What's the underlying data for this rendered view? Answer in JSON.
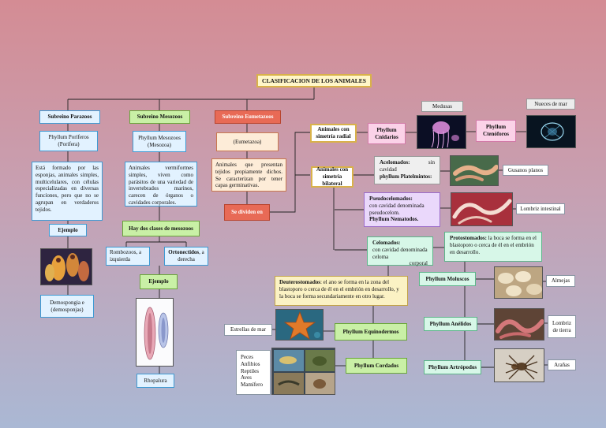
{
  "title": "CLASIFICACION DE LOS ANIMALES",
  "subreinos": {
    "parazoos": "Subreino Parazoos",
    "mesozoos": "Subreino Mesozoos",
    "eumetazoos": "Subreino Eumetazoos"
  },
  "parazoos": {
    "phyllum": "Phyllum Poríferos (Porifera)",
    "desc": "Está formado por las esponjas, animales simples, multicelulares, con células especializadas en diversas funciones, pero que no se agrupan en verdaderos tejidos.",
    "ejemplo": "Ejemplo",
    "example": "Demospongia e (demosponjas)"
  },
  "mesozoos": {
    "phyllum": "Phyllum Mesozoos (Mesozoa)",
    "desc": "Animales vermiformes simples, viven como parásitos de una variedad de invertebrados marinos, carecen de órganos o cavidades corporales.",
    "clases": "Hay dos clases de mesozoos",
    "rombozoos": "Rombozoos, a izquierda",
    "ortonectidos_bold": "Ortonectidos",
    "ortonectidos_rest": ", a derecha",
    "ejemplo": "Ejemplo",
    "example": "Rhopalura"
  },
  "eumetazoos": {
    "phyllum": "(Eumetazoa)",
    "desc": "Animales que presentan tejidos propiamente dichos. Se caracterizan por tener capas germinativas.",
    "dividen": "Se dividen en"
  },
  "radial": {
    "label": "Animales con simetría radial",
    "cnidarios": "Phyllum Cnidarios",
    "medusas": "Medusas",
    "ctenoforos": "Phyllum Ctenóforos",
    "nueces": "Nueces de mar"
  },
  "bilateral": {
    "label": "Animales con simetría bilateral",
    "acelomados_bold": "Acelomados:",
    "acelomados_rest": "sin cavidad",
    "platelmintos": "phyllum Platelmintos:",
    "gusanos": "Gusanos planos",
    "pseudo_bold": "Pseudocelomados:",
    "pseudo_rest": "con cavidad denominada pseudocelom.",
    "nematodos": "Phyllum Nematodos.",
    "lombriz_int": "Lombriz intestinal",
    "celomados_bold": "Celomados:",
    "celomados_rest": "con cavidad denominada celoma",
    "corporal": "corporal"
  },
  "protostomados": {
    "bold": "Protostomados:",
    "rest": " la boca se forma en el blastoporo o cerca de él en el embrión en desarrollo.",
    "moluscos": "Phyllum Moluscos",
    "almejas": "Almejas",
    "anelidos": "Phyllum Anélidos",
    "lombriz": "Lombriz de tierra",
    "artropodos": "Phyllum Artrópodos",
    "aranas": "Arañas"
  },
  "deuterostomados": {
    "bold": "Deuterostomados",
    "rest": ": el ano se forma en la zona del blastoporo o cerca de él en el embrión en desarrollo, y la boca se forma secundariamente en otro lugar.",
    "equinodermos": "Phyllum Equinodermos",
    "estrellas": "Estrellas de mar",
    "cordados": "Phyllum Cordados",
    "cordados_list": [
      "Peces",
      "Anfibios",
      "Reptiles",
      "Aves",
      "Mamífero"
    ]
  },
  "colors": {
    "background_top": "#d48c94",
    "background_bottom": "#aab8d4",
    "line": "#222222"
  }
}
